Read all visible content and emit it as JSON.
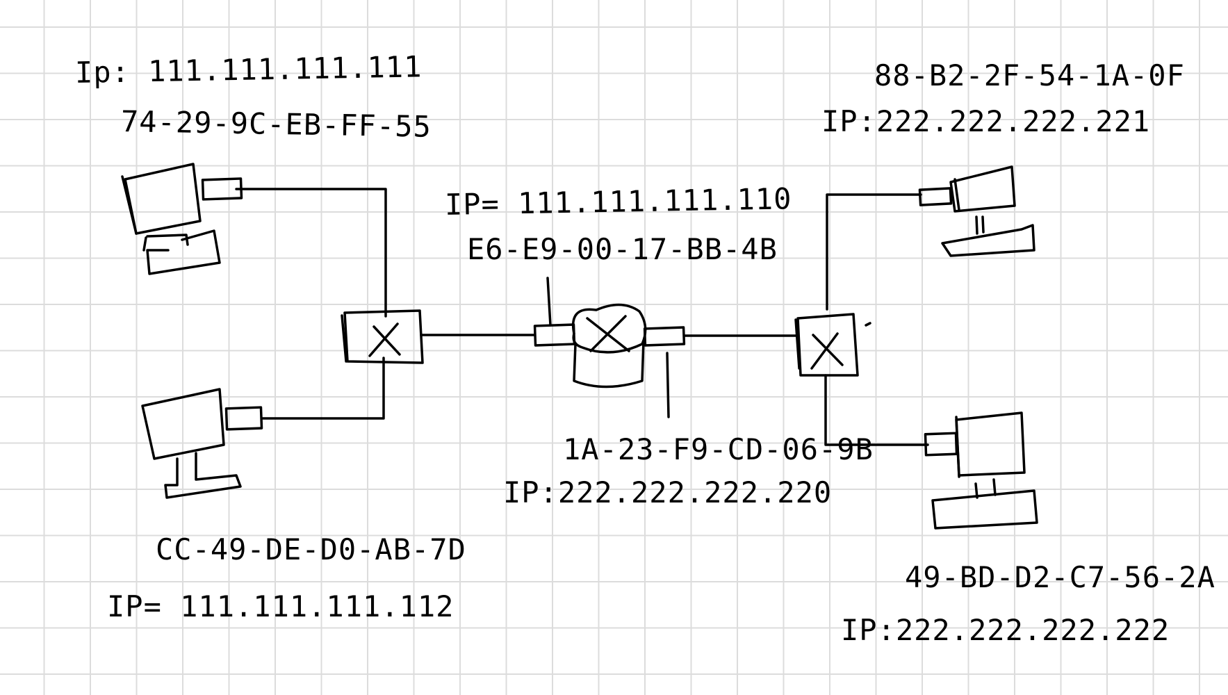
{
  "diagram": {
    "nodes": {
      "host_top_left": {
        "ip": "Ip: 111.111.111.111",
        "mac": "74-29-9C-EB-FF-55"
      },
      "host_bottom_left": {
        "mac": "CC-49-DE-D0-AB-7D",
        "ip": "IP= 111.111.111.112"
      },
      "router_left_interface": {
        "ip": "IP= 111.111.111.110",
        "mac": "E6-E9-00-17-BB-4B"
      },
      "router_right_interface": {
        "mac": "1A-23-F9-CD-06-9B",
        "ip": "IP:222.222.222.220"
      },
      "host_top_right": {
        "mac": "88-B2-2F-54-1A-0F",
        "ip": "IP:222.222.222.221"
      },
      "host_bottom_right": {
        "mac": "49-BD-D2-C7-56-2A",
        "ip": "IP:222.222.222.222"
      }
    }
  }
}
